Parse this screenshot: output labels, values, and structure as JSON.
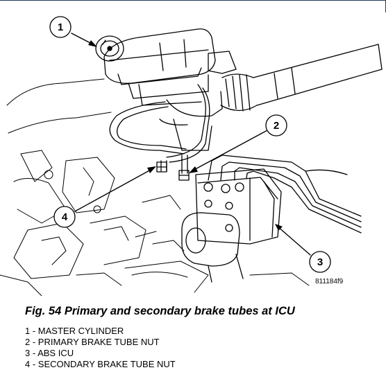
{
  "diagram": {
    "callouts": [
      {
        "number": "1",
        "part": "master-cylinder"
      },
      {
        "number": "2",
        "part": "primary-brake-tube-nut"
      },
      {
        "number": "3",
        "part": "abs-icu"
      },
      {
        "number": "4",
        "part": "secondary-brake-tube-nut"
      }
    ],
    "figure_code": "811184f9"
  },
  "caption": "Fig. 54 Primary and secondary brake tubes at ICU",
  "legend": {
    "items": [
      "1 - MASTER CYLINDER",
      "2 - PRIMARY BRAKE TUBE NUT",
      "3 - ABS ICU",
      "4 - SECONDARY BRAKE TUBE NUT"
    ]
  }
}
